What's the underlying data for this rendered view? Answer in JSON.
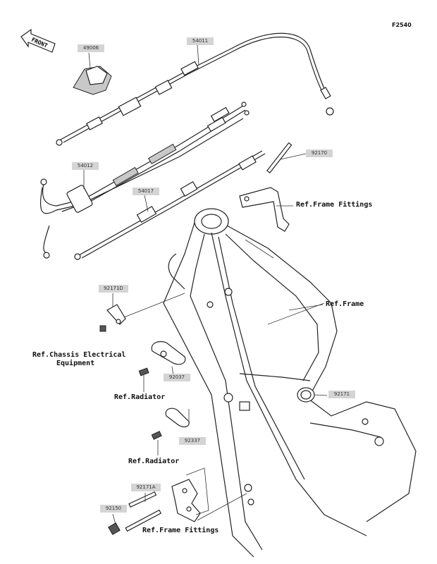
{
  "figure_code": "F2540",
  "front_marker": "FRONT",
  "part_numbers": {
    "p49006": "49006",
    "p54011": "54011",
    "p54012": "54012",
    "p54017": "54017",
    "p92170": "92170",
    "p92171D": "92171D",
    "p92037": "92037",
    "p92337": "92337",
    "p92171": "92171",
    "p92171A": "92171A",
    "p92150": "92150"
  },
  "references": {
    "frame_fittings_top": "Ref.Frame Fittings",
    "frame": "Ref.Frame",
    "chassis_electrical_line1": "Ref.Chassis Electrical",
    "chassis_electrical_line2": "Equipment",
    "radiator_1": "Ref.Radiator",
    "radiator_2": "Ref.Radiator",
    "frame_fittings_bottom": "Ref.Frame Fittings"
  }
}
